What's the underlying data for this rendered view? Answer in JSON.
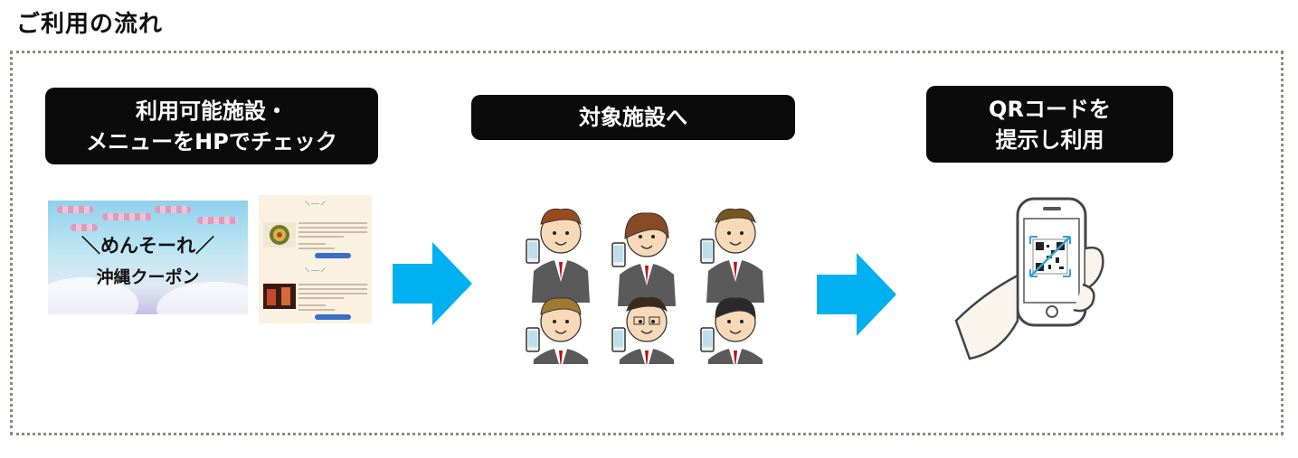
{
  "page_title": "ご利用の流れ",
  "steps": [
    {
      "label_lines": [
        "利用可能施設・",
        "メニューをHPでチェック"
      ]
    },
    {
      "label_lines": [
        "対象施設へ"
      ]
    },
    {
      "label_lines": [
        "QRコードを",
        "提示し利用"
      ]
    }
  ],
  "banner": {
    "line1": "＼めんそーれ／",
    "line2": "沖縄クーポン"
  },
  "colors": {
    "label_bg": "#0b0b0b",
    "arrow": "#00b0f0",
    "frame_border": "#8a8a80"
  },
  "icons": {
    "arrow1": "arrow-right-icon",
    "arrow2": "arrow-right-icon",
    "people": "people-with-smartphones-illustration",
    "phone": "hand-holding-phone-qr-illustration"
  }
}
